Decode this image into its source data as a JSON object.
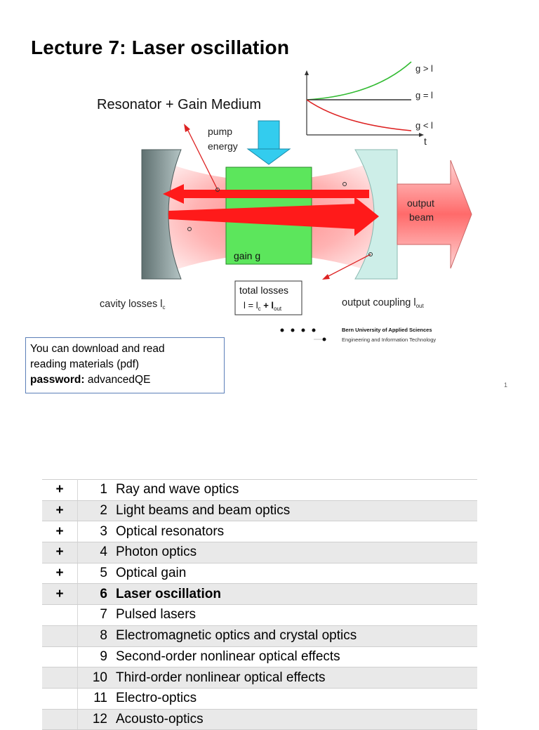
{
  "page": {
    "title": "Lecture 7: Laser oscillation",
    "page_number": "1"
  },
  "figure": {
    "heading": "Resonator + Gain Medium",
    "pump_label_1": "pump",
    "pump_label_2": "energy",
    "gain_label": "gain g",
    "output_label_1": "output",
    "output_label_2": "beam",
    "cavity_losses": "cavity losses l",
    "cavity_sub": "c",
    "total_losses": "total losses",
    "total_formula_l": "l = l",
    "total_formula_sub1": "c",
    "total_formula_plus": " + l",
    "total_formula_sub2": "out",
    "output_coupling": "output coupling l",
    "output_coupling_sub": "out",
    "graph_labels": {
      "g_gt_l": "g > l",
      "g_eq_l": "g = l",
      "g_lt_l": "g < l",
      "t": "t"
    },
    "institution_line1": "Bern University of Applied Sciences",
    "institution_line2": "Engineering and Information Technology",
    "colors": {
      "gain": "#5ce65c",
      "beam": "#ff2020",
      "pump_arrow": "#33ccee",
      "mirror_left": "#8fa3a3",
      "mirror_right": "#cdeee8"
    }
  },
  "note": {
    "line1": "You can download and read",
    "line2": "reading materials (pdf)",
    "password_label": "password:",
    "password_value": "advancedQE"
  },
  "toc": [
    {
      "mark": "+",
      "num": "1",
      "title": "Ray and wave optics"
    },
    {
      "mark": "+",
      "num": "2",
      "title": "Light beams and beam optics"
    },
    {
      "mark": "+",
      "num": "3",
      "title": "Optical resonators"
    },
    {
      "mark": "+",
      "num": "4",
      "title": "Photon optics"
    },
    {
      "mark": "+",
      "num": "5",
      "title": "Optical gain"
    },
    {
      "mark": "+",
      "num": "6",
      "title": "Laser oscillation",
      "current": true
    },
    {
      "mark": "",
      "num": "7",
      "title": "Pulsed lasers"
    },
    {
      "mark": "",
      "num": "8",
      "title": "Electromagnetic optics and crystal optics"
    },
    {
      "mark": "",
      "num": "9",
      "title": "Second-order nonlinear optical effects"
    },
    {
      "mark": "",
      "num": "10",
      "title": "Third-order nonlinear optical effects"
    },
    {
      "mark": "",
      "num": "11",
      "title": "Electro-optics"
    },
    {
      "mark": "",
      "num": "12",
      "title": "Acousto-optics"
    }
  ]
}
